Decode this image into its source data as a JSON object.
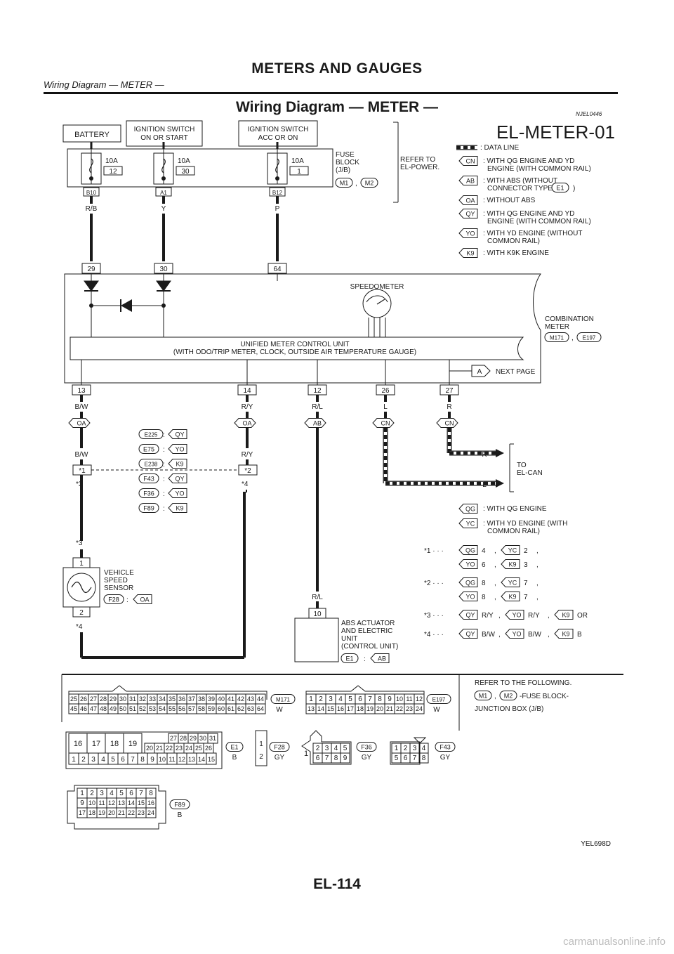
{
  "header": {
    "section_title": "METERS AND GAUGES",
    "subtitle": "Wiring Diagram — METER —"
  },
  "diagram": {
    "title": "Wiring Diagram — METER —",
    "ref_code": "NJEL0446",
    "sheet_id": "EL-METER-01",
    "figure_code": "YEL698D",
    "page_number": "EL-114"
  },
  "power": {
    "battery": "BATTERY",
    "ign_on_start": [
      "IGNITION SWITCH",
      "ON OR START"
    ],
    "ign_acc_on": [
      "IGNITION SWITCH",
      "ACC OR ON"
    ],
    "fuses": [
      {
        "amp": "10A",
        "num": "12",
        "conn": "B10",
        "wire": "R/B"
      },
      {
        "amp": "10A",
        "num": "30",
        "conn": "A1",
        "wire": "Y"
      },
      {
        "amp": "10A",
        "num": "1",
        "conn": "B12",
        "wire": "P"
      }
    ],
    "fuse_block": [
      "FUSE",
      "BLOCK",
      "(J/B)"
    ],
    "fuse_block_conns": [
      "M1",
      "M2"
    ],
    "refer_to": [
      "REFER TO",
      "EL-POWER."
    ]
  },
  "legend": [
    {
      "key": "",
      "text": [
        ": DATA LINE"
      ]
    },
    {
      "key": "CN",
      "text": [
        ": WITH QG ENGINE AND YD",
        "ENGINE (WITH COMMON RAIL)"
      ]
    },
    {
      "key": "AB",
      "text": [
        ": WITH ABS (WITHOUT",
        "CONNECTOR TYPE",
        ")"
      ],
      "conn": "E1"
    },
    {
      "key": "OA",
      "text": [
        ": WITHOUT ABS"
      ]
    },
    {
      "key": "QY",
      "text": [
        ": WITH QG ENGINE AND YD",
        "ENGINE (WITH COMMON RAIL)"
      ]
    },
    {
      "key": "YO",
      "text": [
        ": WITH YD ENGINE (WITHOUT",
        "COMMON RAIL)"
      ]
    },
    {
      "key": "K9",
      "text": [
        ": WITH K9K ENGINE"
      ]
    }
  ],
  "meter": {
    "top_pins": [
      "29",
      "30",
      "64"
    ],
    "speedometer": "SPEEDOMETER",
    "combination": [
      "COMBINATION",
      "METER"
    ],
    "combination_conns": [
      "M171",
      "E197"
    ],
    "control_unit": [
      "UNIFIED METER CONTROL UNIT",
      "(WITH ODO/TRIP METER, CLOCK, OUTSIDE AIR TEMPERATURE GAUGE)"
    ],
    "next_page_marker": "A",
    "next_page": "NEXT PAGE",
    "bottom_pins": [
      {
        "pin": "13",
        "wire": "B/W",
        "opt": "OA"
      },
      {
        "pin": "14",
        "wire": "R/Y",
        "opt": "OA"
      },
      {
        "pin": "12",
        "wire": "R/L",
        "opt": "AB"
      },
      {
        "pin": "26",
        "wire": "L",
        "opt": "CN"
      },
      {
        "pin": "27",
        "wire": "R",
        "opt": "CN"
      }
    ]
  },
  "splice": {
    "left_wire": "B/W",
    "right_wire": "R/Y",
    "left_label": "1",
    "right_label": "2",
    "left_ref": "3",
    "right_ref": "4",
    "table": [
      {
        "conn": "E225",
        "opt": "QY"
      },
      {
        "conn": "E75",
        "opt": "YO"
      },
      {
        "conn": "E238",
        "opt": "K9"
      },
      {
        "conn": "F43",
        "opt": "QY"
      },
      {
        "conn": "F36",
        "opt": "YO"
      },
      {
        "conn": "F89",
        "opt": "K9"
      }
    ]
  },
  "can": {
    "r": "R",
    "l": "L",
    "to": [
      "TO",
      "EL-CAN"
    ]
  },
  "legend2": [
    {
      "key": "QG",
      "text": [
        ": WITH QG ENGINE"
      ]
    },
    {
      "key": "YC",
      "text": [
        ": WITH YD ENGINE (WITH",
        "COMMON RAIL)"
      ]
    }
  ],
  "footnotes": [
    {
      "star": "1",
      "rows": [
        [
          {
            "k": "QG",
            "v": "4"
          },
          {
            "k": "YC",
            "v": "2"
          }
        ],
        [
          {
            "k": "YO",
            "v": "6"
          },
          {
            "k": "K9",
            "v": "3"
          }
        ]
      ]
    },
    {
      "star": "2",
      "rows": [
        [
          {
            "k": "QG",
            "v": "8"
          },
          {
            "k": "YC",
            "v": "7"
          }
        ],
        [
          {
            "k": "YO",
            "v": "8"
          },
          {
            "k": "K9",
            "v": "7"
          }
        ]
      ]
    },
    {
      "star": "3",
      "rows": [
        [
          {
            "k": "QY",
            "v": "R/Y"
          },
          {
            "k": "YO",
            "v": "R/Y"
          },
          {
            "k": "K9",
            "v": "OR"
          }
        ]
      ]
    },
    {
      "star": "4",
      "rows": [
        [
          {
            "k": "QY",
            "v": "B/W"
          },
          {
            "k": "YO",
            "v": "B/W"
          },
          {
            "k": "K9",
            "v": "B"
          }
        ]
      ]
    }
  ],
  "sensor": {
    "pins": [
      "1",
      "2"
    ],
    "name": [
      "VEHICLE",
      "SPEED",
      "SENSOR"
    ],
    "conn": "F28",
    "opt": "OA",
    "top_ref": "3",
    "bottom_ref": "4"
  },
  "abs": {
    "wire": "R/L",
    "pin": "10",
    "name": [
      "ABS ACTUATOR",
      "AND ELECTRIC",
      "UNIT",
      "(CONTROL UNIT)"
    ],
    "conn": "E1",
    "opt": "AB"
  },
  "connectors": {
    "m171": {
      "id": "M171",
      "color": "W",
      "row1": [
        "25",
        "26",
        "27",
        "28",
        "29",
        "30",
        "31",
        "32",
        "33",
        "34",
        "35",
        "36",
        "37",
        "38",
        "39",
        "40",
        "41",
        "42",
        "43",
        "44"
      ],
      "row2": [
        "45",
        "46",
        "47",
        "48",
        "49",
        "50",
        "51",
        "52",
        "53",
        "54",
        "55",
        "56",
        "57",
        "58",
        "59",
        "60",
        "61",
        "62",
        "63",
        "64"
      ]
    },
    "e197": {
      "id": "E197",
      "color": "W",
      "row1": [
        "1",
        "2",
        "3",
        "4",
        "5",
        "6",
        "7",
        "8",
        "9",
        "10",
        "11",
        "12"
      ],
      "row2": [
        "13",
        "14",
        "15",
        "16",
        "17",
        "18",
        "19",
        "20",
        "21",
        "22",
        "23",
        "24"
      ]
    },
    "e1": {
      "id": "E1",
      "color": "B",
      "big": [
        "16",
        "17",
        "18",
        "19"
      ],
      "top": [
        "27",
        "28",
        "29",
        "30",
        "31"
      ],
      "mid": [
        "20",
        "21",
        "22",
        "23",
        "24",
        "25",
        "26"
      ],
      "bottom": [
        "1",
        "2",
        "3",
        "4",
        "5",
        "6",
        "7",
        "8",
        "9",
        "10",
        "11",
        "12",
        "13",
        "14",
        "15"
      ]
    },
    "f28": {
      "id": "F28",
      "color": "GY",
      "pins": [
        "1",
        "2"
      ]
    },
    "f36": {
      "id": "F36",
      "color": "GY",
      "lone": "1",
      "row1": [
        "2",
        "3",
        "4",
        "5"
      ],
      "row2": [
        "6",
        "7",
        "8",
        "9"
      ]
    },
    "f43": {
      "id": "F43",
      "color": "GY",
      "row1": [
        "1",
        "2",
        "3",
        "4"
      ],
      "row2": [
        "5",
        "6",
        "7",
        "8"
      ]
    },
    "f89": {
      "id": "F89",
      "color": "B",
      "row1": [
        "1",
        "2",
        "3",
        "4",
        "5",
        "6",
        "7",
        "8"
      ],
      "row2": [
        "9",
        "10",
        "11",
        "12",
        "13",
        "14",
        "15",
        "16"
      ],
      "row3": [
        "17",
        "18",
        "19",
        "20",
        "21",
        "22",
        "23",
        "24"
      ]
    }
  },
  "refer_following": {
    "title": "REFER TO THE FOLLOWING.",
    "conns": [
      "M1",
      "M2"
    ],
    "text": "-FUSE BLOCK-",
    "text2": "JUNCTION BOX (J/B)"
  }
}
